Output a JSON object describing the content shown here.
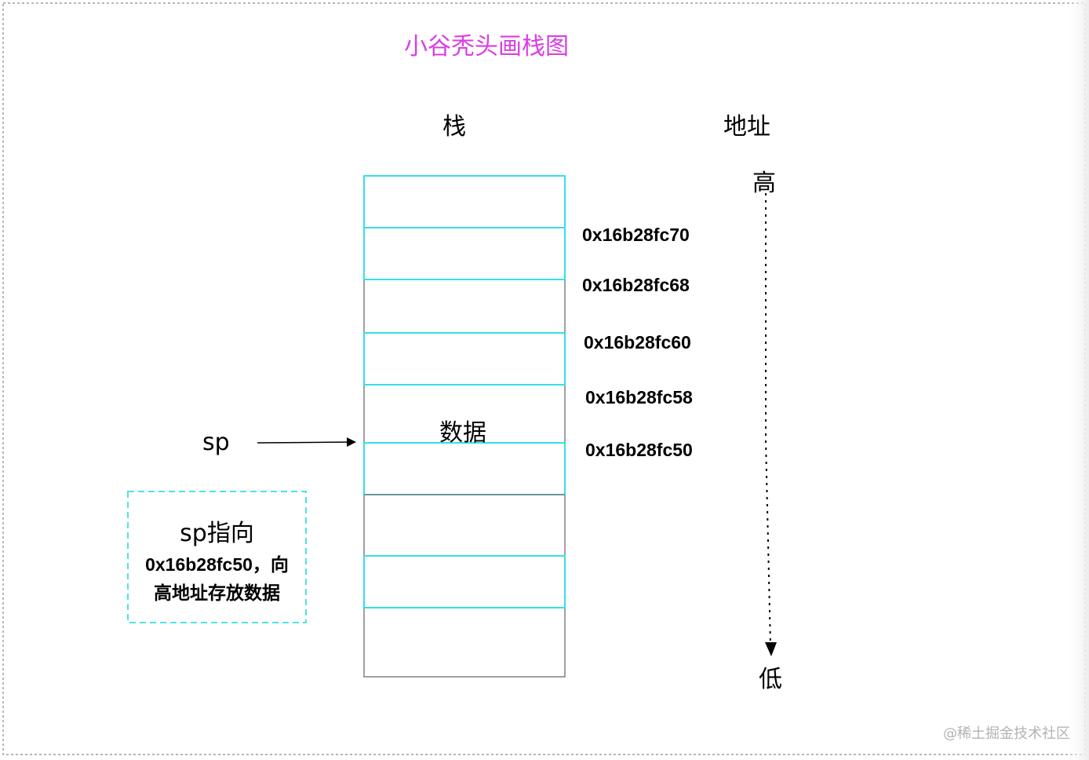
{
  "title": "小谷秃头画栈图",
  "stack_header": "栈",
  "address_header": "地址",
  "high_label": "高",
  "low_label": "低",
  "data_label": "数据",
  "sp_label": "sp",
  "addresses": [
    "0x16b28fc70",
    "0x16b28fc68",
    "0x16b28fc60",
    "0x16b28fc58",
    "0x16b28fc50"
  ],
  "note": {
    "title": "sp指向",
    "line1": "0x16b28fc50，向",
    "line2": "高地址存放数据"
  },
  "watermark": "@稀土掘金技术社区",
  "colors": {
    "title": "#d93ee3",
    "cyan": "#33e0e6",
    "note_border": "#4fe3e3",
    "stack_border": "#808080"
  }
}
